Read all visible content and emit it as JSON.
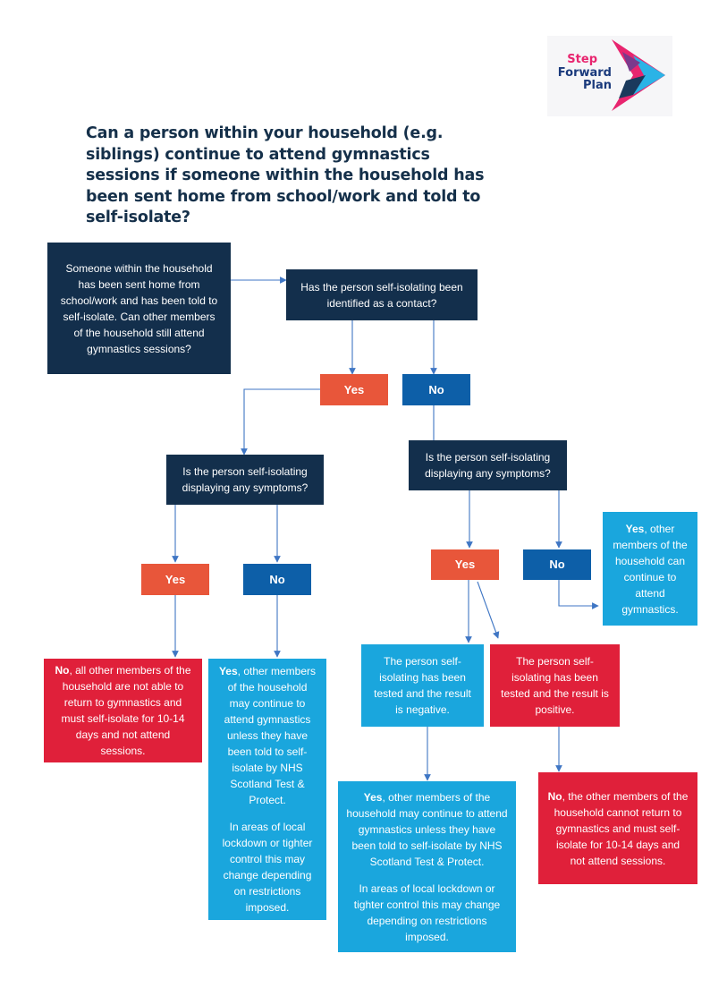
{
  "title": "Can a person within your household (e.g. siblings) continue to attend gymnastics sessions if someone within the household has been sent home from school/work and told to self-isolate?",
  "logo": {
    "line1": "Step",
    "line2": "Forward",
    "line3": "Plan"
  },
  "colors": {
    "navy": "#132f4c",
    "orange": "#e8563a",
    "blue": "#0d5fa8",
    "cyan": "#1aa6dd",
    "red": "#e0203a",
    "arrow": "#3f76c4"
  },
  "nodes": {
    "start": "Someone within the household has been sent home from school/work and has been told to self-isolate. Can other members of the household still attend gymnastics sessions?",
    "contact_question": "Has the person self-isolating been identified as a contact?",
    "contact_yes": "Yes",
    "contact_no": "No",
    "symptoms_left_question": "Is the person self-isolating displaying any symptoms?",
    "symptoms_right_question": "Is the person self-isolating displaying any symptoms?",
    "left_yes": "Yes",
    "left_no": "No",
    "right_yes": "Yes",
    "right_no": "No",
    "outcome_no_symptoms_contact": {
      "lead": "Yes",
      "text": ", other members of the household can continue to attend gymnastics."
    },
    "outcome_left_yes": {
      "lead": "No",
      "text": ", all other members of the household are not able to return to gymnastics and must self-isolate for 10-14 days and not attend sessions."
    },
    "outcome_left_no": {
      "lead": "Yes",
      "text": ", other members of the household may continue to attend gymnastics unless they have been told to self-isolate by NHS Scotland Test & Protect.",
      "note": "In areas of local lockdown or tighter control this may change depending on restrictions imposed."
    },
    "tested_negative": "The person self-isolating has been tested and the result is negative.",
    "tested_positive": "The person self-isolating has been tested and the result is positive.",
    "outcome_negative": {
      "lead": "Yes",
      "text": ", other members of the household may continue to attend gymnastics unless they have been told to self-isolate by NHS Scotland Test & Protect.",
      "note": "In areas of local lockdown or tighter control this may change depending on restrictions imposed."
    },
    "outcome_positive": {
      "lead": "No",
      "text": ", the other members of the household cannot return to gymnastics and must self-isolate for 10-14 days and not attend sessions."
    }
  }
}
